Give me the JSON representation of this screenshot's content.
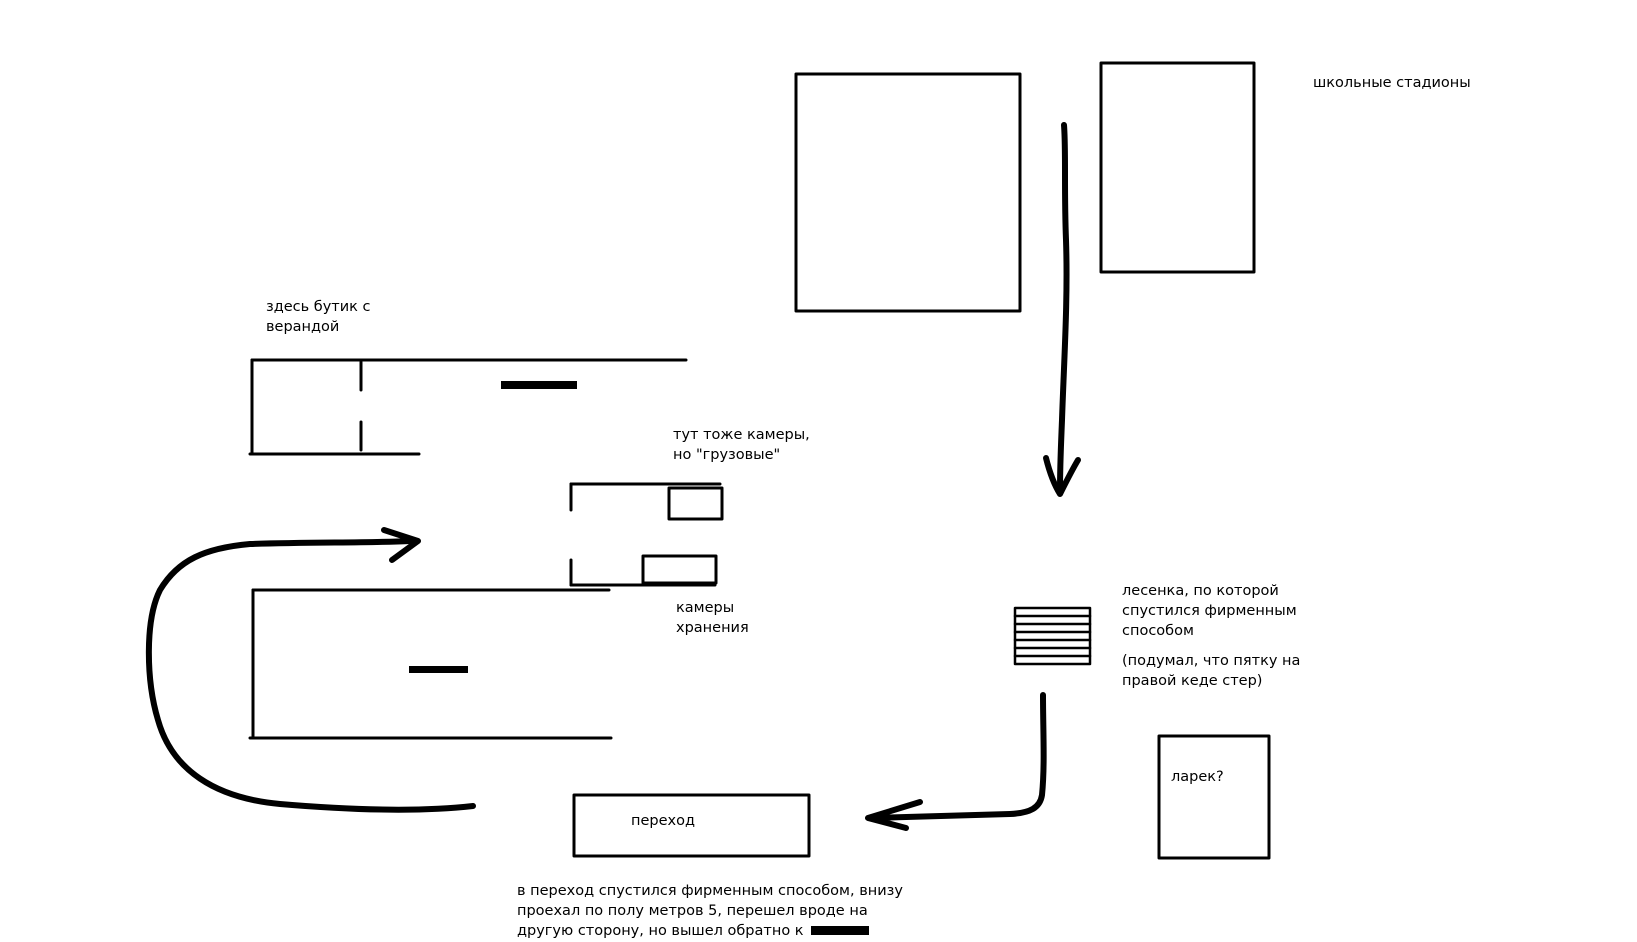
{
  "colors": {
    "background": "#ffffff",
    "ink": "#000000"
  },
  "labels": {
    "school_stadiums": "школьные стадионы",
    "boutique": "здесь бутик с\nверандой",
    "freight_lockers": "тут тоже камеры,\nно \"грузовые\"",
    "lockers": "камеры\nхранения",
    "stairs": "лесенка, по которой\nспустился фирменным\nспособом",
    "heel_note": "(подумал, что пятку на\nправой кеде стер)",
    "kiosk": "ларек?",
    "underpass": "переход",
    "underpass_note": "в переход спустился фирменным способом, внизу\nпроехал по полу метров 5, перешел вроде на\nдругую сторону, но вышел обратно к"
  }
}
